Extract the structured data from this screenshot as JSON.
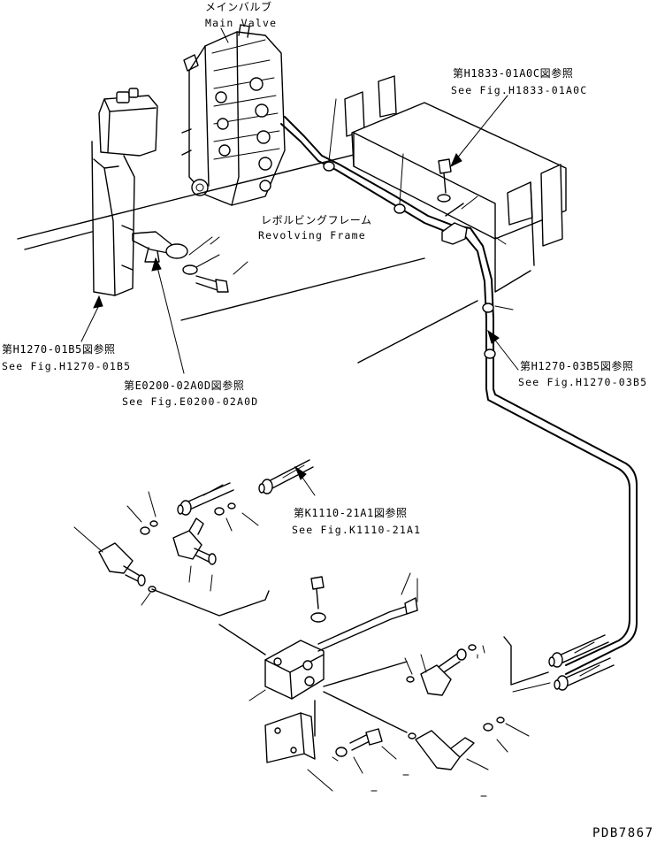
{
  "labels": {
    "main_valve_jp": "メインバルブ",
    "main_valve_en": "Main Valve",
    "revolving_frame_jp": "レボルビングフレーム",
    "revolving_frame_en": "Revolving Frame",
    "ref_h1833_jp": "第H1833-01A0C図参照",
    "ref_h1833_en": "See Fig.H1833-01A0C",
    "ref_h1270_01b5_jp": "第H1270-01B5図参照",
    "ref_h1270_01b5_en": "See Fig.H1270-01B5",
    "ref_e0200_jp": "第E0200-02A0D図参照",
    "ref_e0200_en": "See Fig.E0200-02A0D",
    "ref_h1270_03b5_jp": "第H1270-03B5図参照",
    "ref_h1270_03b5_en": "See Fig.H1270-03B5",
    "ref_k1110_jp": "第K1110-21A1図参照",
    "ref_k1110_en": "See Fig.K1110-21A1",
    "drawing_code": "PDB7867"
  }
}
